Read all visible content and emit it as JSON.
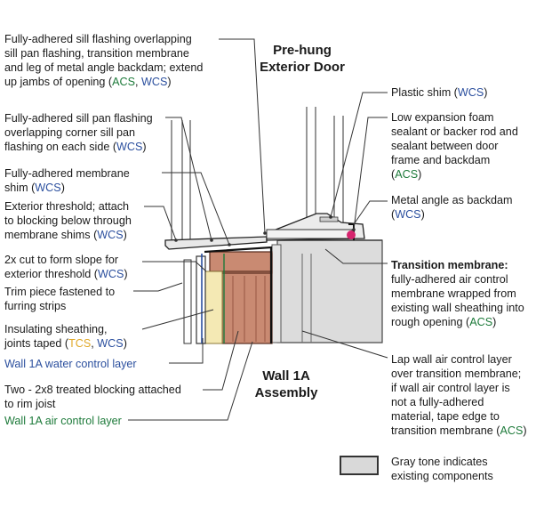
{
  "titles": {
    "door": [
      "Pre-hung",
      "Exterior Door"
    ],
    "wall": [
      "Wall 1A",
      "Assembly"
    ]
  },
  "labels": {
    "sill_flashing": {
      "lines": [
        "Fully-adhered sill flashing overlapping",
        "sill pan flashing, transition membrane",
        "and leg of metal angle backdam; extend",
        "up jambs of opening ("
      ],
      "tag1": "ACS",
      "sep": ", ",
      "tag2": "WCS",
      "end": ")"
    },
    "sill_pan": {
      "lines": [
        "Fully-adhered sill pan flashing",
        "overlapping corner sill pan",
        "flashing on each side ("
      ],
      "tag": "WCS",
      "end": ")"
    },
    "membrane_shim": {
      "lines": [
        "Fully-adhered membrane",
        "shim ("
      ],
      "tag": "WCS",
      "end": ")"
    },
    "threshold": {
      "lines": [
        "Exterior threshold; attach",
        "to blocking below through",
        "membrane shims ("
      ],
      "tag": "WCS",
      "end": ")"
    },
    "cut_2x": {
      "lines": [
        "2x cut to form slope for",
        "exterior threshold ("
      ],
      "tag": "WCS",
      "end": ")"
    },
    "trim": {
      "lines": [
        "Trim piece fastened to",
        "furring strips"
      ]
    },
    "insulating": {
      "lines": [
        "Insulating sheathing,",
        "joints taped ("
      ],
      "tag1": "TCS",
      "sep": ", ",
      "tag2": "WCS",
      "end": ")"
    },
    "water_layer": "Wall 1A water control layer",
    "blocking": {
      "lines": [
        "Two - 2x8 treated blocking attached",
        "to rim joist"
      ]
    },
    "air_layer": "Wall 1A air control layer",
    "plastic_shim": {
      "text": "Plastic shim (",
      "tag": "WCS",
      "end": ")"
    },
    "foam": {
      "lines": [
        "Low expansion foam",
        "sealant or backer rod and",
        "sealant between door",
        "frame and backdam"
      ],
      "open": "(",
      "tag": "ACS",
      "end": ")"
    },
    "angle": {
      "lines": [
        "Metal angle as backdam"
      ],
      "open": "(",
      "tag": "WCS",
      "end": ")"
    },
    "transition": {
      "head": "Transition membrane:",
      "lines": [
        "fully-adhered air control",
        "membrane wrapped from",
        "existing wall sheathing into",
        "rough opening ("
      ],
      "tag": "ACS",
      "end": ")"
    },
    "lap": {
      "lines": [
        "Lap wall air control layer",
        "over transition membrane;",
        "if wall air control layer is",
        "not a fully-adhered",
        "material, tape edge to",
        "transition membrane ("
      ],
      "tag": "ACS",
      "end": ")"
    },
    "legend": [
      "Gray tone indicates",
      "existing components"
    ]
  },
  "colors": {
    "acs": "#1d7a3a",
    "wcs": "#2b4f9e",
    "tcs": "#e0a92a",
    "wood": "#c98a72",
    "sheathing": "#f4e9b4",
    "existing": "#d9d9d9",
    "seal": "#d6246e"
  }
}
